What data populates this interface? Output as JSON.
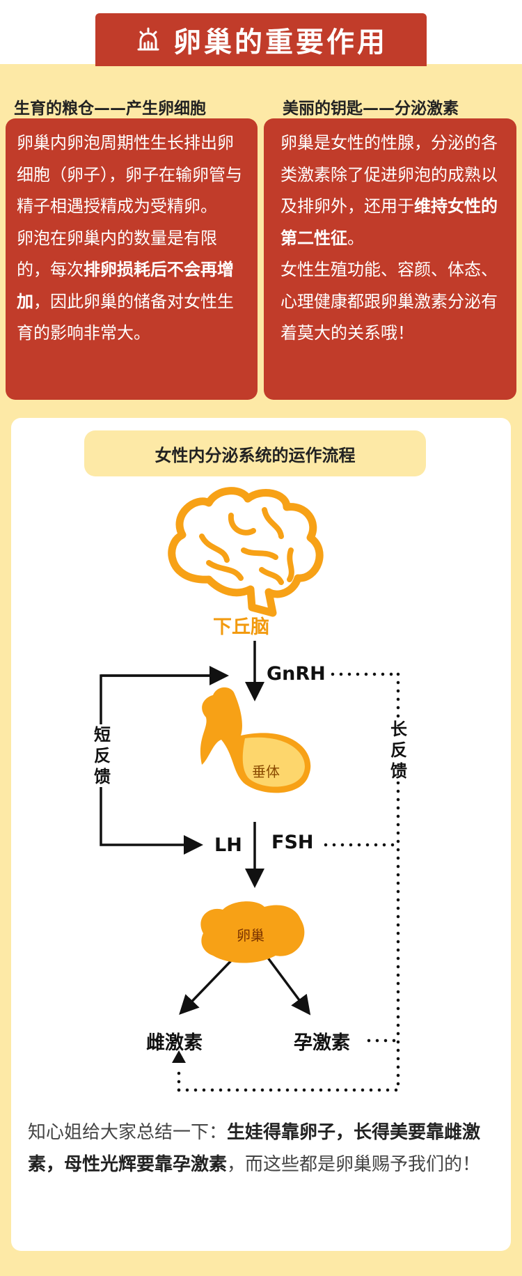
{
  "title": "卵巢的重要作用",
  "left": {
    "heading": "生育的粮仓——产生卵细胞",
    "p1": "卵巢内卵泡周期性生长排出卵细胞（卵子），卵子在输卵管与精子相遇授精成为受精卵。",
    "p2_a": "卵泡在卵巢内的数量是有限的，每次",
    "p2_b": "排卵损耗后不会再增加",
    "p2_c": "，因此卵巢的储备对女性生育的影响非常大。"
  },
  "right": {
    "heading": "美丽的钥匙——分泌激素",
    "p1_a": "卵巢是女性的性腺，分泌的各类激素除了促进卵泡的成熟以及排卵外，还用于",
    "p1_b": "维持女性的第二性征",
    "p1_c": "。",
    "p2": "女性生殖功能、容颜、体态、心理健康都跟卵巢激素分泌有着莫大的关系哦！"
  },
  "flow": {
    "title": "女性内分泌系统的运作流程",
    "hypothalamus": "下丘脑",
    "gnrh": "GnRH",
    "pituitary": "垂体",
    "lh": "LH",
    "fsh": "FSH",
    "ovary": "卵巢",
    "estrogen": "雌激素",
    "progesterone": "孕激素",
    "short_feedback": "短反馈",
    "long_feedback": "长反馈"
  },
  "summary": {
    "a": "知心姐给大家总结一下：",
    "b": "生娃得靠卵子，长得美要靠雌激素，母性光辉要靠孕激素",
    "c": "，而这些都是卵巢赐予我们的！"
  },
  "colors": {
    "brand_red": "#c13c2a",
    "cream": "#fde9a6",
    "orange": "#f7a116",
    "label_orange": "#f29a0e"
  }
}
